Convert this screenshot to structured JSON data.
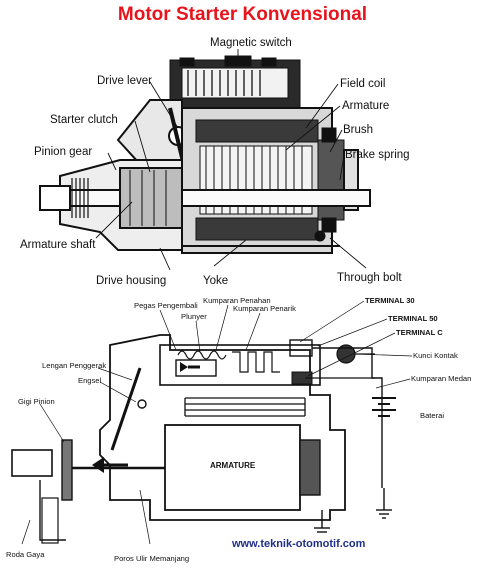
{
  "title": "Motor Starter Konvensional",
  "colors": {
    "title": "#e8141c",
    "website": "#1f2f8a",
    "ink": "#111111"
  },
  "top_labels": {
    "magnetic_switch": "Magnetic switch",
    "drive_lever": "Drive lever",
    "field_coil": "Field coil",
    "armature": "Armature",
    "starter_clutch": "Starter clutch",
    "brush": "Brush",
    "pinion_gear": "Pinion gear",
    "brake_spring": "Brake spring",
    "armature_shaft": "Armature shaft",
    "drive_housing": "Drive housing",
    "yoke": "Yoke",
    "through_bolt": "Through bolt"
  },
  "bottom_labels": {
    "pegas_pengembali": "Pegas Pengembali",
    "kumparan_penahan": "Kumparan Penahan",
    "plunyer": "Plunyer",
    "kumparan_penarik": "Kumparan Penarik",
    "terminal_30": "TERMINAL 30",
    "terminal_50": "TERMINAL 50",
    "terminal_c": "TERMINAL C",
    "lengan_penggerak": "Lengan Penggerak",
    "kunci_kontak": "Kunci Kontak",
    "engsel": "Engsel",
    "kumparan_medan": "Kumparan Medan",
    "gigi_pinion": "Gigi Pinion",
    "baterai": "Baterai",
    "armature": "ARMATURE",
    "roda_gaya": "Roda Gaya",
    "poros_ulir": "Poros Ulir Memanjang"
  },
  "website": "www.teknik-otomotif.com"
}
